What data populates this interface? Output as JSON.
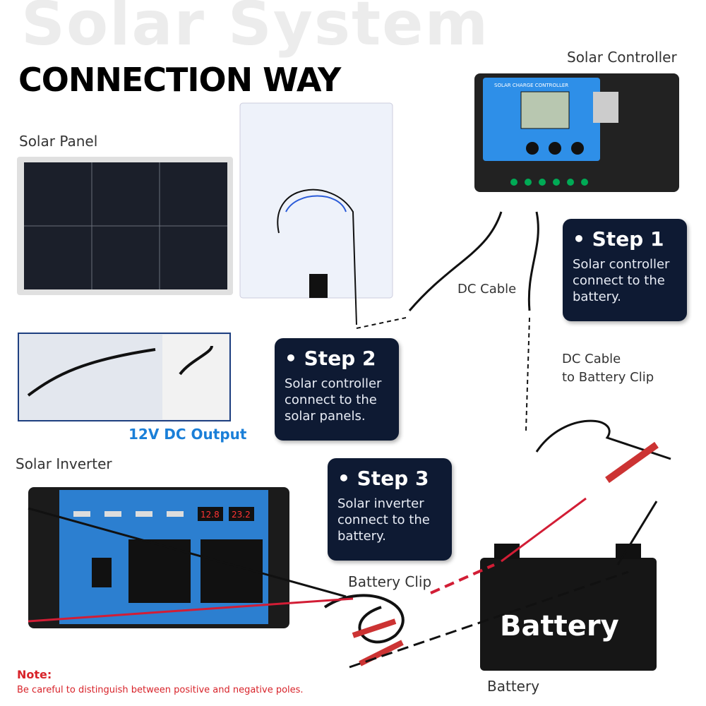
{
  "watermark": "Solar System",
  "title": "CONNECTION WAY",
  "labels": {
    "solar_panel": "Solar Panel",
    "solar_controller": "Solar Controller",
    "solar_inverter": "Solar Inverter",
    "dc_cable": "DC Cable",
    "dc_cable_clip": "DC Cable",
    "dc_cable_clip2": "to Battery Clip",
    "battery_clip": "Battery Clip",
    "battery": "Battery",
    "output": "12V DC Output",
    "battery_text": "Battery",
    "controller_text": "SOLAR CHARGE CONTROLLER",
    "display1": "12.8",
    "display2": "23.2"
  },
  "steps": [
    {
      "title": "• Step 1",
      "text": [
        "Solar controller",
        "connect to the",
        "battery."
      ]
    },
    {
      "title": "• Step 2",
      "text": [
        "Solar controller",
        "connect to the",
        "solar panels."
      ]
    },
    {
      "title": "• Step 3",
      "text": [
        "Solar inverter",
        "connect to the",
        "battery."
      ]
    }
  ],
  "note": {
    "title": "Note:",
    "text": "Be careful to distinguish between positive and negative poles."
  },
  "colors": {
    "note": "#d8232a",
    "step_bg": "#0e1a33",
    "accent": "#1a7fd8"
  }
}
